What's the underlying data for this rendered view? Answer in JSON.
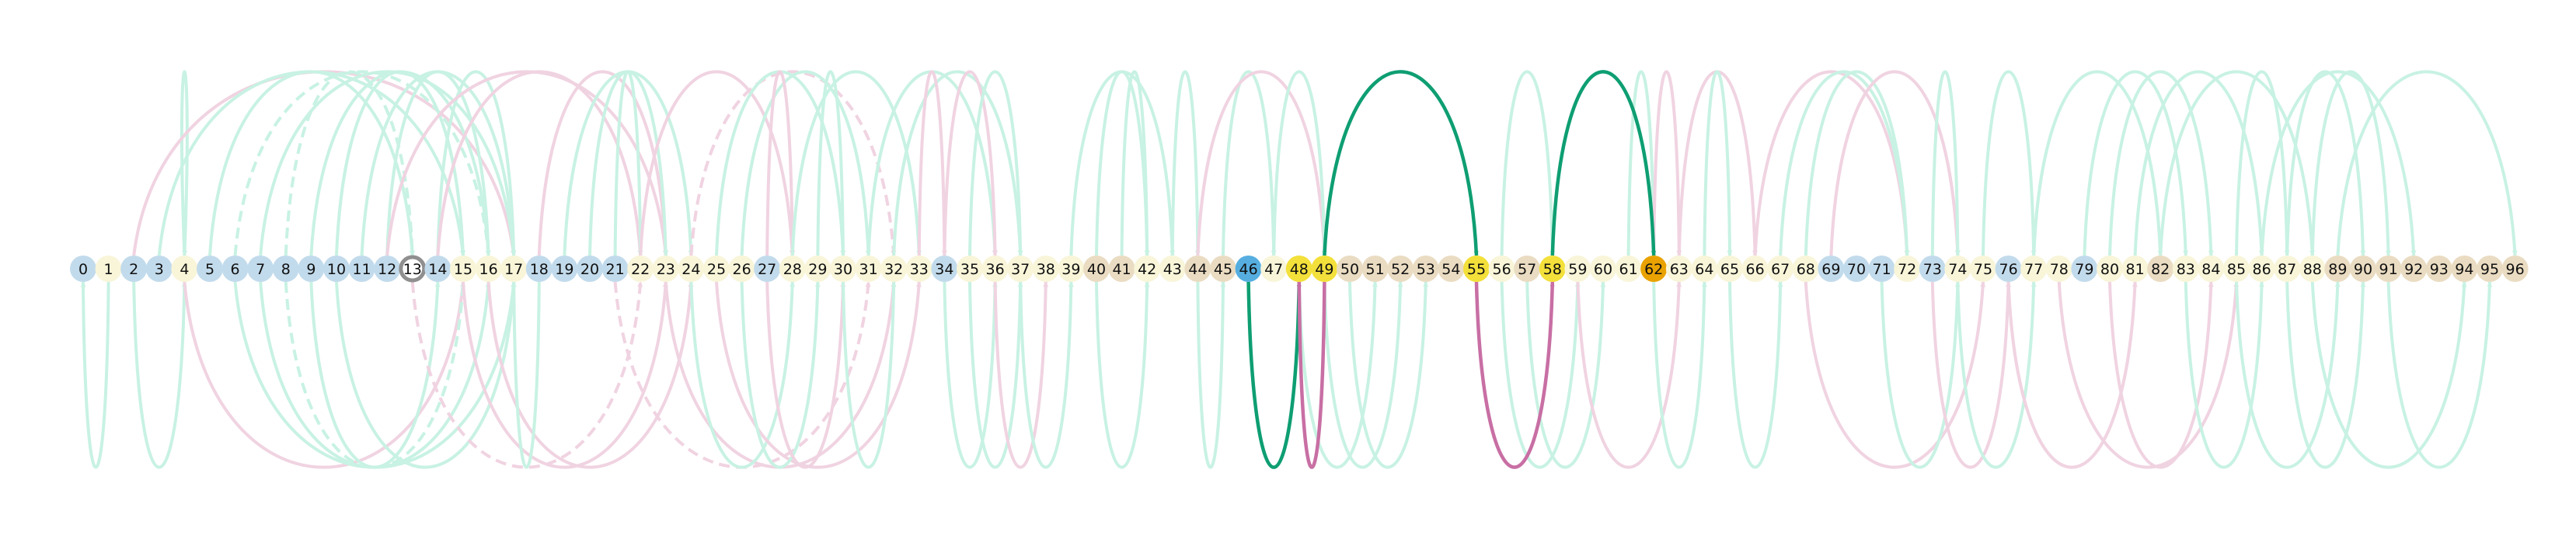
{
  "diagram": {
    "node_count": 97,
    "node_groups": {
      "blue": [
        0,
        2,
        3,
        5,
        6,
        7,
        8,
        9,
        10,
        11,
        12,
        14,
        18,
        19,
        20,
        21,
        27,
        34,
        69,
        70,
        71,
        73,
        76,
        79
      ],
      "cream": [
        1,
        4,
        15,
        16,
        17,
        22,
        23,
        24,
        25,
        26,
        28,
        29,
        30,
        31,
        32,
        33,
        35,
        36,
        37,
        38,
        39,
        42,
        43,
        47,
        56,
        59,
        60,
        61,
        63,
        64,
        65,
        66,
        67,
        68,
        72,
        74,
        75,
        77,
        78,
        80,
        81,
        83,
        84,
        85,
        86,
        87,
        88
      ],
      "tan": [
        40,
        41,
        44,
        45,
        50,
        51,
        52,
        53,
        54,
        57,
        82,
        89,
        90,
        91,
        92,
        93,
        94,
        95,
        96
      ],
      "yellow": [
        48,
        49,
        55,
        58
      ],
      "highlight_blue": [
        46
      ],
      "highlight_orange": [
        62
      ],
      "ring": [
        13
      ]
    },
    "colors": {
      "blue": "#c2dbec",
      "cream": "#f8f5d9",
      "tan": "#eadcc2",
      "yellow": "#f3e03a",
      "highlight_blue": "#56aee0",
      "highlight_orange": "#e9a200",
      "ring_stroke": "#8f8f8f",
      "faint_green": "#c8f2e3",
      "faint_pink": "#f0d3e1",
      "strong_green": "#0e9e72",
      "strong_pink": "#c86fa4"
    },
    "arcs_above": [
      {
        "from": 4,
        "to": 4,
        "color": "faint_green"
      },
      {
        "from": 2,
        "to": 17,
        "color": "faint_pink"
      },
      {
        "from": 3,
        "to": 15,
        "color": "faint_green"
      },
      {
        "from": 5,
        "to": 13,
        "color": "faint_green"
      },
      {
        "from": 6,
        "to": 16,
        "color": "faint_green",
        "dashed": true
      },
      {
        "from": 7,
        "to": 17,
        "color": "faint_green"
      },
      {
        "from": 8,
        "to": 13,
        "color": "faint_green",
        "dashed": true
      },
      {
        "from": 9,
        "to": 16,
        "color": "faint_green"
      },
      {
        "from": 10,
        "to": 15,
        "color": "faint_green"
      },
      {
        "from": 11,
        "to": 17,
        "color": "faint_green"
      },
      {
        "from": 12,
        "to": 16,
        "color": "faint_green"
      },
      {
        "from": 14,
        "to": 17,
        "color": "faint_green"
      },
      {
        "from": 12,
        "to": 23,
        "color": "faint_pink"
      },
      {
        "from": 14,
        "to": 22,
        "color": "faint_pink"
      },
      {
        "from": 18,
        "to": 23,
        "color": "faint_pink"
      },
      {
        "from": 19,
        "to": 24,
        "color": "faint_green"
      },
      {
        "from": 20,
        "to": 23,
        "color": "faint_green"
      },
      {
        "from": 21,
        "to": 22,
        "color": "faint_green"
      },
      {
        "from": 22,
        "to": 28,
        "color": "faint_pink"
      },
      {
        "from": 24,
        "to": 32,
        "color": "faint_pink",
        "dashed": true
      },
      {
        "from": 25,
        "to": 30,
        "color": "faint_green"
      },
      {
        "from": 26,
        "to": 31,
        "color": "faint_green"
      },
      {
        "from": 27,
        "to": 28,
        "color": "faint_pink"
      },
      {
        "from": 28,
        "to": 33,
        "color": "faint_green"
      },
      {
        "from": 29,
        "to": 30,
        "color": "faint_green"
      },
      {
        "from": 31,
        "to": 36,
        "color": "faint_green"
      },
      {
        "from": 32,
        "to": 37,
        "color": "faint_green"
      },
      {
        "from": 33,
        "to": 34,
        "color": "faint_pink"
      },
      {
        "from": 34,
        "to": 36,
        "color": "faint_pink"
      },
      {
        "from": 35,
        "to": 37,
        "color": "faint_green"
      },
      {
        "from": 39,
        "to": 43,
        "color": "faint_green"
      },
      {
        "from": 40,
        "to": 42,
        "color": "faint_green"
      },
      {
        "from": 41,
        "to": 42,
        "color": "faint_green"
      },
      {
        "from": 43,
        "to": 44,
        "color": "faint_green"
      },
      {
        "from": 45,
        "to": 47,
        "color": "faint_green"
      },
      {
        "from": 44,
        "to": 49,
        "color": "faint_pink"
      },
      {
        "from": 47,
        "to": 49,
        "color": "faint_green"
      },
      {
        "from": 49,
        "to": 55,
        "color": "strong_green"
      },
      {
        "from": 58,
        "to": 62,
        "color": "strong_green"
      },
      {
        "from": 56,
        "to": 58,
        "color": "faint_green"
      },
      {
        "from": 61,
        "to": 62,
        "color": "faint_green"
      },
      {
        "from": 62,
        "to": 63,
        "color": "faint_pink"
      },
      {
        "from": 63,
        "to": 66,
        "color": "faint_pink"
      },
      {
        "from": 64,
        "to": 65,
        "color": "faint_green"
      },
      {
        "from": 66,
        "to": 72,
        "color": "faint_pink"
      },
      {
        "from": 67,
        "to": 72,
        "color": "faint_green"
      },
      {
        "from": 68,
        "to": 72,
        "color": "faint_green"
      },
      {
        "from": 69,
        "to": 74,
        "color": "faint_pink"
      },
      {
        "from": 73,
        "to": 74,
        "color": "faint_green"
      },
      {
        "from": 75,
        "to": 77,
        "color": "faint_green"
      },
      {
        "from": 77,
        "to": 82,
        "color": "faint_green"
      },
      {
        "from": 79,
        "to": 83,
        "color": "faint_green"
      },
      {
        "from": 80,
        "to": 84,
        "color": "faint_green"
      },
      {
        "from": 81,
        "to": 86,
        "color": "faint_green"
      },
      {
        "from": 82,
        "to": 88,
        "color": "faint_green"
      },
      {
        "from": 85,
        "to": 87,
        "color": "faint_green"
      },
      {
        "from": 86,
        "to": 92,
        "color": "faint_green"
      },
      {
        "from": 87,
        "to": 90,
        "color": "faint_green"
      },
      {
        "from": 88,
        "to": 91,
        "color": "faint_green"
      },
      {
        "from": 89,
        "to": 96,
        "color": "faint_green"
      }
    ],
    "arcs_below": [
      {
        "from": 1,
        "to": 0,
        "color": "faint_green"
      },
      {
        "from": 2,
        "to": 4,
        "color": "faint_green"
      },
      {
        "from": 4,
        "to": 15,
        "color": "faint_pink"
      },
      {
        "from": 6,
        "to": 17,
        "color": "faint_green"
      },
      {
        "from": 7,
        "to": 16,
        "color": "faint_green"
      },
      {
        "from": 8,
        "to": 15,
        "color": "faint_green",
        "dashed": true
      },
      {
        "from": 9,
        "to": 14,
        "color": "faint_green"
      },
      {
        "from": 10,
        "to": 17,
        "color": "faint_green"
      },
      {
        "from": 13,
        "to": 22,
        "color": "faint_pink",
        "dashed": true
      },
      {
        "from": 15,
        "to": 23,
        "color": "faint_pink"
      },
      {
        "from": 16,
        "to": 24,
        "color": "faint_pink"
      },
      {
        "from": 18,
        "to": 17,
        "color": "faint_green"
      },
      {
        "from": 21,
        "to": 31,
        "color": "faint_pink",
        "dashed": true
      },
      {
        "from": 23,
        "to": 32,
        "color": "faint_pink"
      },
      {
        "from": 24,
        "to": 28,
        "color": "faint_green"
      },
      {
        "from": 25,
        "to": 33,
        "color": "faint_pink"
      },
      {
        "from": 26,
        "to": 29,
        "color": "faint_green"
      },
      {
        "from": 27,
        "to": 30,
        "color": "faint_pink"
      },
      {
        "from": 30,
        "to": 32,
        "color": "faint_green"
      },
      {
        "from": 34,
        "to": 36,
        "color": "faint_green"
      },
      {
        "from": 35,
        "to": 37,
        "color": "faint_green"
      },
      {
        "from": 36,
        "to": 38,
        "color": "faint_pink"
      },
      {
        "from": 37,
        "to": 39,
        "color": "faint_green"
      },
      {
        "from": 40,
        "to": 42,
        "color": "faint_green"
      },
      {
        "from": 44,
        "to": 45,
        "color": "faint_green"
      },
      {
        "from": 46,
        "to": 48,
        "color": "strong_green"
      },
      {
        "from": 49,
        "to": 48,
        "color": "strong_pink"
      },
      {
        "from": 48,
        "to": 51,
        "color": "faint_green"
      },
      {
        "from": 49,
        "to": 52,
        "color": "faint_green"
      },
      {
        "from": 50,
        "to": 53,
        "color": "faint_green"
      },
      {
        "from": 55,
        "to": 58,
        "color": "strong_pink"
      },
      {
        "from": 56,
        "to": 59,
        "color": "faint_green"
      },
      {
        "from": 57,
        "to": 60,
        "color": "faint_green"
      },
      {
        "from": 59,
        "to": 63,
        "color": "faint_pink"
      },
      {
        "from": 62,
        "to": 64,
        "color": "faint_green"
      },
      {
        "from": 65,
        "to": 67,
        "color": "faint_green"
      },
      {
        "from": 68,
        "to": 75,
        "color": "faint_pink"
      },
      {
        "from": 71,
        "to": 74,
        "color": "faint_green"
      },
      {
        "from": 73,
        "to": 76,
        "color": "faint_pink"
      },
      {
        "from": 74,
        "to": 77,
        "color": "faint_green"
      },
      {
        "from": 76,
        "to": 81,
        "color": "faint_pink"
      },
      {
        "from": 78,
        "to": 85,
        "color": "faint_pink"
      },
      {
        "from": 80,
        "to": 84,
        "color": "faint_pink"
      },
      {
        "from": 83,
        "to": 86,
        "color": "faint_green"
      },
      {
        "from": 85,
        "to": 89,
        "color": "faint_green"
      },
      {
        "from": 87,
        "to": 90,
        "color": "faint_green"
      },
      {
        "from": 88,
        "to": 94,
        "color": "faint_green"
      },
      {
        "from": 91,
        "to": 95,
        "color": "faint_green"
      }
    ]
  }
}
